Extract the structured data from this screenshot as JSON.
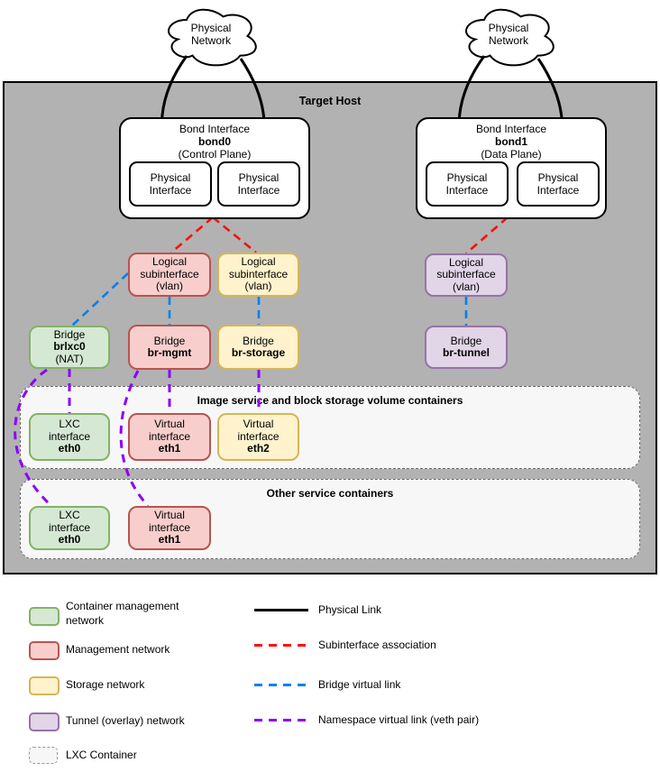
{
  "host": {
    "title": "Target Host"
  },
  "clouds": {
    "left": "Physical\nNetwork",
    "right": "Physical\nNetwork"
  },
  "bonds": {
    "bond0": {
      "title": "Bond Interface",
      "name": "bond0",
      "plane": "(Control Plane)",
      "iface1": "Physical\nInterface",
      "iface2": "Physical\nInterface"
    },
    "bond1": {
      "title": "Bond Interface",
      "name": "bond1",
      "plane": "(Data Plane)",
      "iface1": "Physical\nInterface",
      "iface2": "Physical\nInterface"
    }
  },
  "subinterfaces": {
    "mgmt": "Logical\nsubinterface\n(vlan)",
    "storage": "Logical\nsubinterface\n(vlan)",
    "tunnel": "Logical\nsubinterface\n(vlan)"
  },
  "bridges": {
    "brlxc0": {
      "type": "Bridge",
      "name": "brlxc0",
      "note": "(NAT)"
    },
    "br_mgmt": {
      "type": "Bridge",
      "name": "br-mgmt"
    },
    "br_storage": {
      "type": "Bridge",
      "name": "br-storage"
    },
    "br_tunnel": {
      "type": "Bridge",
      "name": "br-tunnel"
    }
  },
  "containers": {
    "c1": {
      "title": "Image service and block storage volume containers",
      "eth0": {
        "kind": "LXC",
        "mid": "interface",
        "name": "eth0"
      },
      "eth1": {
        "kind": "Virtual",
        "mid": "interface",
        "name": "eth1"
      },
      "eth2": {
        "kind": "Virtual",
        "mid": "interface",
        "name": "eth2"
      }
    },
    "c2": {
      "title": "Other service containers",
      "eth0": {
        "kind": "LXC",
        "mid": "interface",
        "name": "eth0"
      },
      "eth1": {
        "kind": "Virtual",
        "mid": "interface",
        "name": "eth1"
      }
    }
  },
  "legend": {
    "swatches": [
      {
        "label": "Container management network",
        "fill": "#d5e8d4",
        "stroke": "#82b366"
      },
      {
        "label": "Management network",
        "fill": "#f8cecc",
        "stroke": "#b85450"
      },
      {
        "label": "Storage network",
        "fill": "#fff2cc",
        "stroke": "#d6b656"
      },
      {
        "label": "Tunnel (overlay) network",
        "fill": "#e1d5e7",
        "stroke": "#9673a6"
      },
      {
        "label": "LXC Container",
        "fill": "#f7f7f7",
        "stroke": "#999999"
      }
    ],
    "lines": [
      {
        "label": "Physical Link",
        "color": "#000000",
        "style": "solid"
      },
      {
        "label": "Subinterface association",
        "color": "#ff0d0d",
        "style": "dashed"
      },
      {
        "label": "Bridge virtual link",
        "color": "#0080f0",
        "style": "dashed"
      },
      {
        "label": "Namespace virtual link (veth pair)",
        "color": "#8c00fa",
        "style": "dashed"
      }
    ]
  },
  "colors": {
    "host_bg": "#b2b2b2",
    "container_bg": "#f7f7f7",
    "link_physical": "#000000",
    "link_subinterface": "#ff0d0d",
    "link_bridge": "#0080f0",
    "link_namespace": "#8c00fa"
  }
}
